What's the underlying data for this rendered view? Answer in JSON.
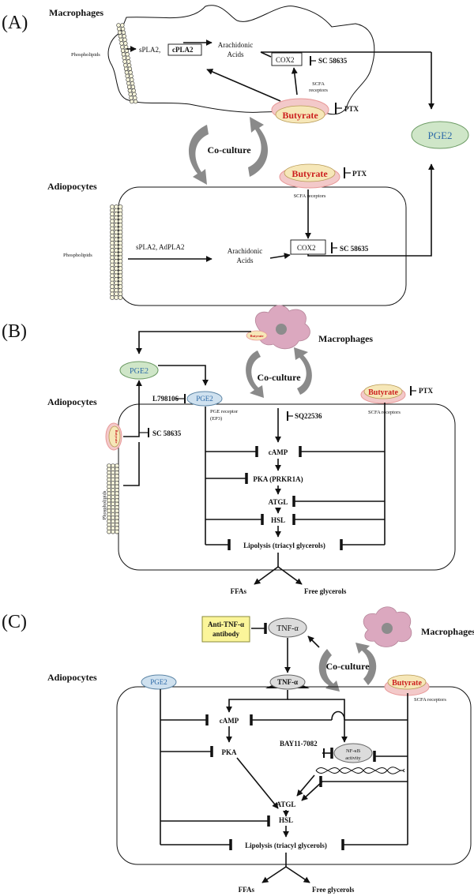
{
  "panels": {
    "a": "(A)",
    "b": "(B)",
    "c": "(C)"
  },
  "panel_a": {
    "macrophages": "Macrophages",
    "phospholipids_top": "Phospholipids",
    "spla2": "sPLA2,",
    "cpla2": "cPLA2",
    "arachidonic_top_1": "Arachidonic",
    "arachidonic_top_2": "Acids",
    "cox2_top": "COX2",
    "sc_top": "SC 58635",
    "scfa_rec_1": "SCFA",
    "scfa_rec_2": "receptors",
    "butyrate_top": "Butyrate",
    "ptx_top": "PTX",
    "pge2": "PGE2",
    "coculture": "Co-culture",
    "adipocytes": "Adiopocytes",
    "butyrate_bottom": "Butyrate",
    "ptx_bottom": "PTX",
    "scfa_receptors": "SCFA receptors",
    "phospholipids_bottom": "Phospholipids",
    "spla2_adpla2": "sPLA2, AdPLA2",
    "arachidonic_bottom_1": "Arachidonic",
    "arachidonic_bottom_2": "Acids",
    "cox2_bottom": "COX2",
    "sc_bottom": "SC 58635"
  },
  "panel_b": {
    "macrophages": "Macrophages",
    "butyrate_mini": "Butyrate",
    "coculture": "Co-culture",
    "pge2_outer": "PGE2",
    "adipocytes": "Adiopocytes",
    "l798106": "L798106",
    "pge2_receptor_label": "PGE2",
    "pge_receptor_1": "PGE receptor",
    "pge_receptor_2": "(EP3)",
    "butyrate": "Butyrate",
    "ptx": "PTX",
    "scfa_receptors": "SCFA receptors",
    "sq": "SQ22536",
    "sc": "SC 58635",
    "butyrate_left": "Butyrate",
    "phospholipids": "Phospholipids",
    "camp": "cAMP",
    "pka": "PKA (PRKR1A)",
    "atgl": "ATGL",
    "hsl": "HSL",
    "lipolysis": "Lipolysis (triacyl glycerols)",
    "ffas": "FFAs",
    "free_glycerols": "Free glycerols"
  },
  "panel_c": {
    "anti_tnf_1": "Anti-TNF-α",
    "anti_tnf_2": "antibody",
    "tnf_top": "TNF-α",
    "coculture": "Co-culture",
    "macrophages": "Macrophages",
    "adipocytes": "Adiopocytes",
    "pge2": "PGE2",
    "tnf_receptor": "TNF-α",
    "butyrate": "Butyrate",
    "scfa_receptors": "SCFA receptors",
    "camp": "cAMP",
    "pka": "PKA",
    "bay": "BAY11-7082",
    "nfkb_1": "NF-κB",
    "nfkb_2": "activity",
    "atgl": "ATGL",
    "hsl": "HSL",
    "lipolysis": "Lipolysis (triacyl glycerols)",
    "ffas": "FFAs",
    "free_glycerols": "Free glycerols"
  },
  "colors": {
    "butyrate_fill": "#f6e7b8",
    "butyrate_rim": "#e89999",
    "pge2_fill": "#cfe6c8",
    "receptor_fill": "#cfe1ef",
    "anti_tnf_fill": "#fbf59a",
    "gray_node": "#dcdcdc",
    "arrow_gray": "#8a8a8a",
    "macrophage_pink": "#dba8bf"
  }
}
